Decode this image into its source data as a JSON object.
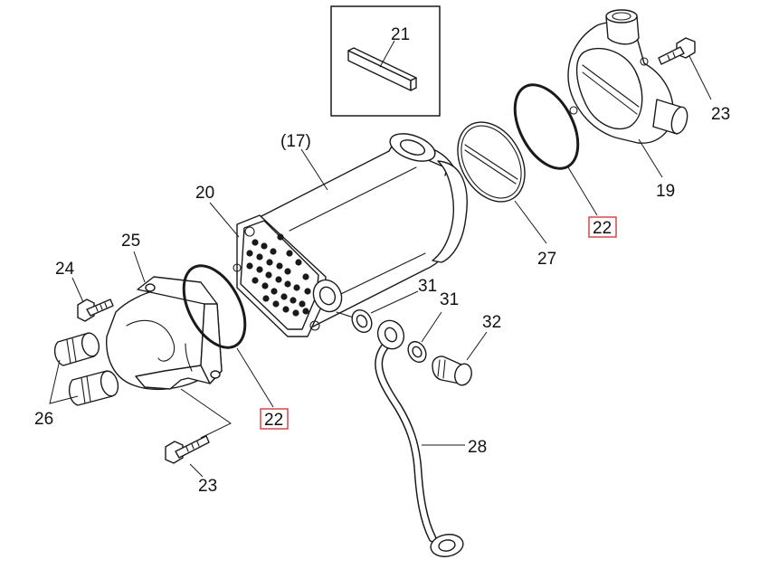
{
  "colors": {
    "line": "#1a1a1a",
    "highlight": "#d63a3a",
    "background": "#ffffff"
  },
  "callouts": {
    "c21": "21",
    "c17": "(17)",
    "c20": "20",
    "c25": "25",
    "c24": "24",
    "c26": "26",
    "c22_left": "22",
    "c23_bottom": "23",
    "c31_upper": "31",
    "c31_lower": "31",
    "c32": "32",
    "c28": "28",
    "c27": "27",
    "c22_right": "22",
    "c19": "19",
    "c23_top": "23"
  }
}
